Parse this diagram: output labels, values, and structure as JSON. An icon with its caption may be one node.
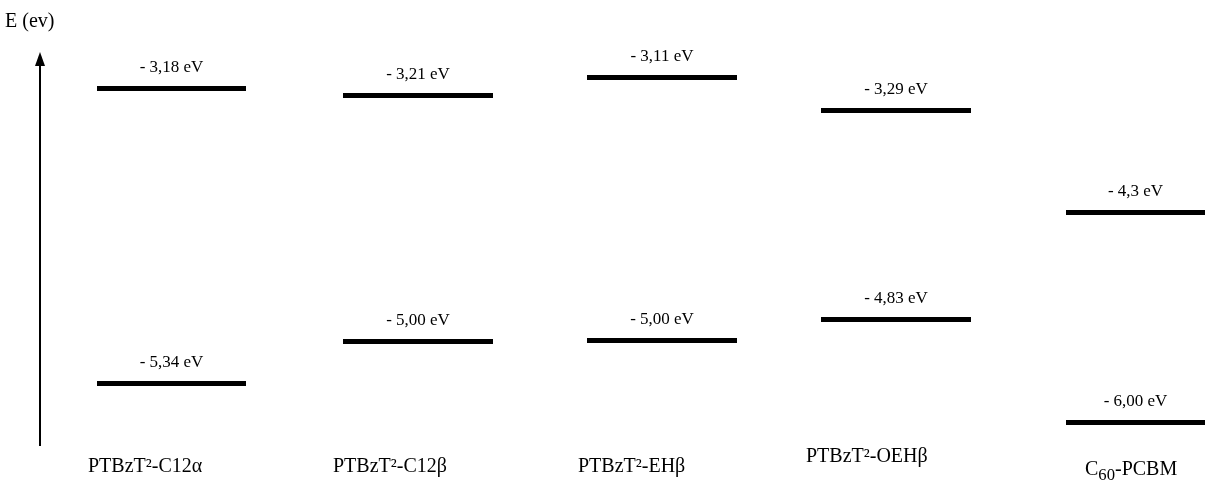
{
  "diagram": {
    "nodes": [
      {
        "text": [
          "- 3,18 eV"
        ]
      },
      {
        "text": [
          "- 5,34 eV"
        ]
      },
      {
        "text": [
          "- 3,21 eV"
        ]
      },
      {
        "text": [
          "- 5,00 eV"
        ]
      },
      {
        "text": [
          "- 3,11 eV"
        ]
      },
      {
        "text": [
          "- 5,00 eV"
        ]
      },
      {
        "text": [
          "- 3,29 eV"
        ]
      },
      {
        "text": [
          "- 4,83 eV"
        ]
      },
      {
        "text": [
          "- 4,3 eV"
        ]
      },
      {
        "text": [
          "- 6,00 eV"
        ]
      }
    ],
    "edges": [],
    "labels": [
      "E (ev)",
      "PTBzT²-C12α",
      "PTBzT²-C12β",
      "PTBzT²-EHβ",
      "PTBzT²-OEHβ",
      "C$_{60}$-PCBM"
    ]
  }
}
